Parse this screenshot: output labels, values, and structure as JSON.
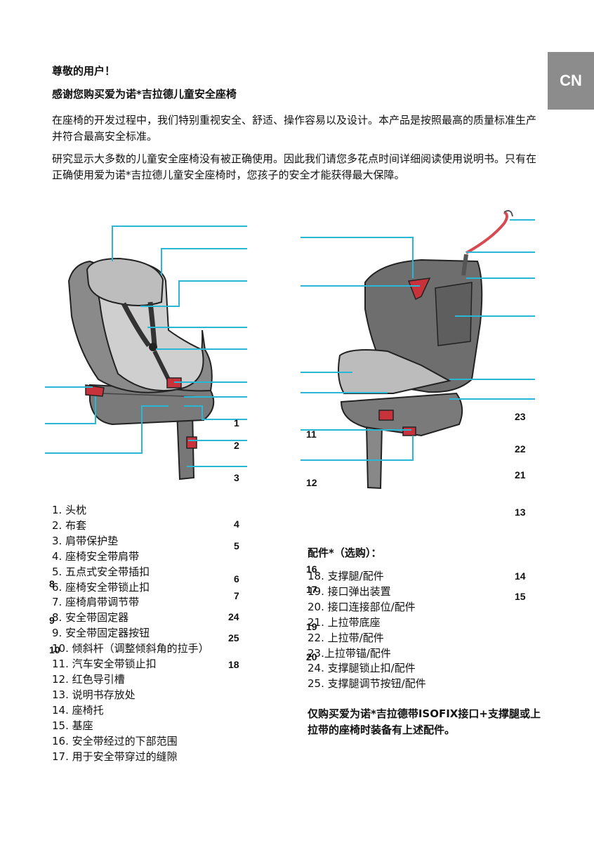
{
  "tab_label": "CN",
  "intro": {
    "greeting": "尊敬的用户！",
    "thanks": "感谢您购买爱为诺*吉拉德儿童安全座椅",
    "para1": "在座椅的开发过程中，我们特别重视安全、舒适、操作容易以及设计。本产品是按照最高的质量标准生产并符合最高安全标准。",
    "para2": "研究显示大多数的儿童安全座椅没有被正确使用。因此我们请您多花点时间详细阅读使用说明书。只有在正确使用爱为诺*吉拉德儿童安全座椅时，您孩子的安全才能获得最大保障。"
  },
  "figure": {
    "callouts": [
      "1",
      "2",
      "3",
      "4",
      "5",
      "6",
      "7",
      "8",
      "9",
      "10",
      "11",
      "12",
      "13",
      "14",
      "15",
      "16",
      "17",
      "18",
      "19",
      "20",
      "21",
      "22",
      "23",
      "24",
      "25"
    ]
  },
  "parts": [
    "1.  头枕",
    "2.  布套",
    "3.  肩带保护垫",
    "4.  座椅安全带肩带",
    "5.  五点式安全带插扣",
    "6.  座椅安全带锁止扣",
    "7.  座椅肩带调节带",
    "8.  安全带固定器",
    "9.  安全带固定器按钮",
    "10. 倾斜杆（调整倾斜角的拉手）",
    "11.  汽车安全带锁止扣",
    "12.  红色导引槽",
    "13. 说明书存放处",
    "14.  座椅托",
    "15.  基座",
    "16.  安全带经过的下部范围",
    "17.  用于安全带穿过的缝隙"
  ],
  "accessories": {
    "title": "配件*（选购）：",
    "items": [
      "18.  支撑腿/配件",
      "19.  接口弹出装置",
      "20.  接口连接部位/配件",
      "21.  上拉带底座",
      "22.  上拉带/配件",
      "23.上拉带锚/配件",
      "24.  支撑腿锁止扣/配件",
      "25.  支撑腿调节按钮/配件"
    ],
    "note": "仅购买爱为诺*吉拉德带ISOFIX接口+支撑腿或上拉带的座椅时装备有上述配件。"
  }
}
